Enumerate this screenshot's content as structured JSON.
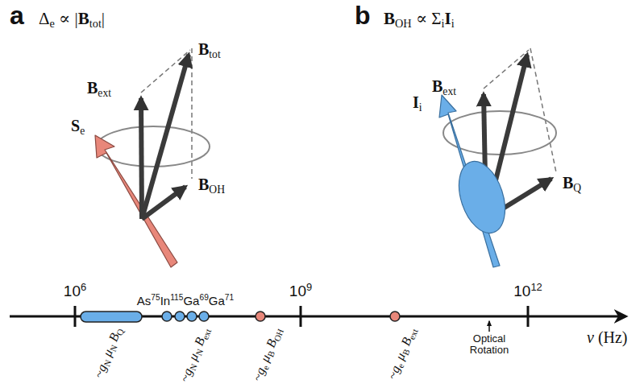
{
  "diagram": {
    "labels": [
      "a",
      "Δe ∝ |Btot|",
      "Btot",
      "Bext",
      "Se",
      "BOH",
      "b",
      "BOH ∝ ΣiIi",
      "Bext",
      "Ii",
      "BQ",
      "106",
      "109",
      "1012",
      "As75In115Ga69Ga71",
      "~gN μN BQ",
      "~gN μN Bext",
      "~ge μB BOH",
      "~ge μB Bext",
      "Optical Rotation",
      "ν (Hz)"
    ]
  }
}
